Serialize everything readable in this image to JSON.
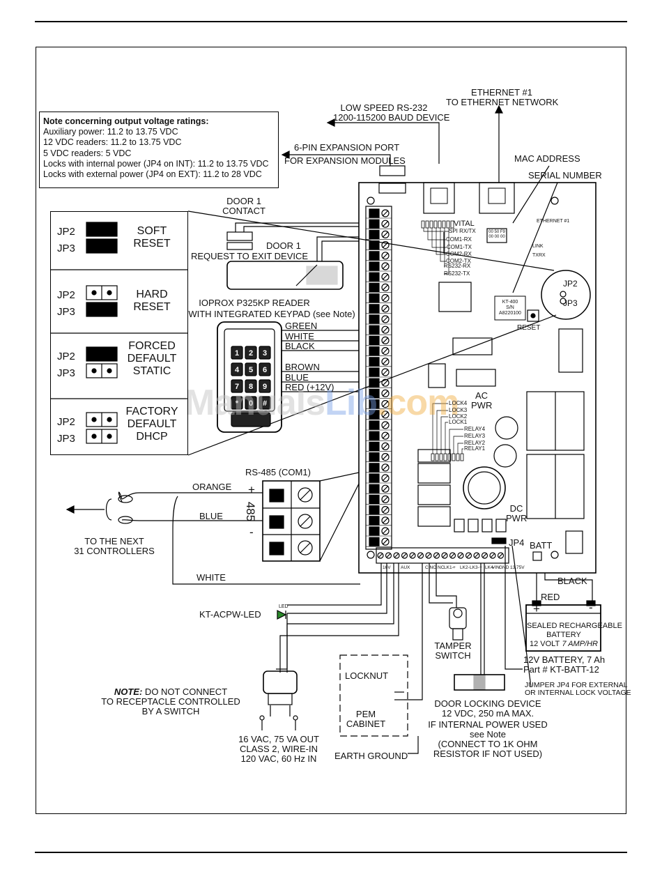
{
  "note": {
    "title": "Note concerning output voltage ratings:",
    "lines": [
      "Auxiliary power: 11.2 to 13.75 VDC",
      "12 VDC readers: 11.2 to 13.75 VDC",
      "5 VDC readers: 5 VDC",
      "Locks with internal power (JP4 on INT): 11.2 to 13.75 VDC",
      "Locks with external power (JP4 on EXT): 11.2 to 28 VDC"
    ]
  },
  "labels": {
    "ethernet1": "ETHERNET #1",
    "ethernet_net": "TO ETHERNET NETWORK",
    "rs232": "LOW SPEED RS-232",
    "baud": "1200-115200 BAUD DEVICE",
    "exp_port": "6-PIN EXPANSION PORT",
    "exp_mod": "FOR EXPANSION MODULES",
    "mac": "MAC ADDRESS",
    "serial": "SERIAL NUMBER",
    "door1_contact_a": "DOOR 1",
    "door1_contact_b": "CONTACT",
    "rex_a": "DOOR 1",
    "rex_b": "REQUEST TO EXIT DEVICE",
    "reader_a": "IOPROX P325KP READER",
    "reader_b": "WITH INTEGRATED KEYPAD (see Note)",
    "wires": [
      "GREEN",
      "WHITE",
      "BLACK",
      "BROWN",
      "BLUE",
      "RED (+12V)"
    ],
    "rs485": "RS-485 (COM1)",
    "orange": "ORANGE",
    "blue": "BLUE",
    "white": "WHITE",
    "plus": "+",
    "minus": "-",
    "n485": "485",
    "next_a": "TO THE NEXT",
    "next_b": "31 CONTROLLERS",
    "kt_led": "KT-ACPW-LED",
    "led": "LED",
    "note2_bold": "NOTE:",
    "note2_a": " DO NOT CONNECT",
    "note2_b": "TO RECEPTACLE CONTROLLED",
    "note2_c": "BY A SWITCH",
    "vac_a": "16 VAC, 75 VA OUT",
    "vac_b": "CLASS 2, WIRE-IN",
    "vac_c": "120 VAC, 60 Hz IN",
    "locknut": "LOCKNUT",
    "pem_a": "PEM",
    "pem_b": "CABINET",
    "earth": "EARTH GROUND",
    "tamper_a": "TAMPER",
    "tamper_b": "SWITCH",
    "dld_a": "DOOR LOCKING DEVICE",
    "dld_b": "12 VDC, 250 mA MAX.",
    "dld_c": "IF INTERNAL POWER USED",
    "dld_d": "see Note",
    "dld_e": "(CONNECT TO 1K OHM",
    "dld_f": "RESISTOR IF NOT USED)",
    "batt": "BATT",
    "black": "BLACK",
    "red": "RED",
    "bplus": "+",
    "bminus": "-",
    "batt_box_a": "SEALED RECHARGEABLE",
    "batt_box_b": "BATTERY",
    "batt_box_c": "12 VOLT",
    "batt_box_d": "7 AMP/HR",
    "batt_a": "12V BATTERY, 7 Ah",
    "batt_b": "Part # KT-BATT-12",
    "jp4_a": "JUMPER JP4 FOR EXTERNAL",
    "jp4_b": "OR INTERNAL LOCK VOLTAGE",
    "jp4": "JP4",
    "dc_a": "DC",
    "dc_b": "PWR",
    "ac_a": "AC",
    "ac_b": "PWR",
    "vital": "VITAL",
    "board_leds": [
      "SPI RX/TX",
      "COM1-RX",
      "COM1-TX",
      "COM2-RX",
      "COM2-TX",
      "RS232-RX",
      "RS232-TX"
    ],
    "eth_leds_title": "ETHERNET #1",
    "link": "LINK",
    "txrx": "TXRX",
    "reset": "RESET",
    "kt400_a": "KT-400",
    "kt400_b": "S/N",
    "kt400_c": "A8220100",
    "mac_chip_a": "00 50 F9",
    "mac_chip_b": "00 00 00",
    "locks": [
      "LOCK4",
      "LOCK3",
      "LOCK2",
      "LOCK1"
    ],
    "relays": [
      "RELAY4",
      "RELAY3",
      "RELAY2",
      "RELAY1"
    ],
    "bottom_term": [
      "16V",
      "AUX",
      "C NO NC",
      "LK1-",
      "+",
      "LK2-",
      "LK3-",
      "+",
      "LK4-",
      "VIN",
      "GND",
      "13.75V"
    ]
  },
  "jumpers": [
    {
      "jp_a": "JP2",
      "jp_b": "JP3",
      "mode_a": "SOFT",
      "mode_b": "RESET",
      "mode_c": ""
    },
    {
      "jp_a": "JP2",
      "jp_b": "JP3",
      "mode_a": "HARD",
      "mode_b": "RESET",
      "mode_c": ""
    },
    {
      "jp_a": "JP2",
      "jp_b": "JP3",
      "mode_a": "FORCED",
      "mode_b": "DEFAULT",
      "mode_c": "STATIC"
    },
    {
      "jp_a": "JP2",
      "jp_b": "JP3",
      "mode_a": "FACTORY",
      "mode_b": "DEFAULT",
      "mode_c": "DHCP"
    }
  ],
  "board_jp": {
    "jp2": "JP2",
    "jp3": "JP3"
  },
  "keypad": [
    "1",
    "2",
    "3",
    "4",
    "5",
    "6",
    "7",
    "8",
    "9",
    "*",
    "0",
    "#"
  ],
  "watermark": {
    "a": "Manuals",
    "b": "Lib",
    "c": ".com"
  }
}
